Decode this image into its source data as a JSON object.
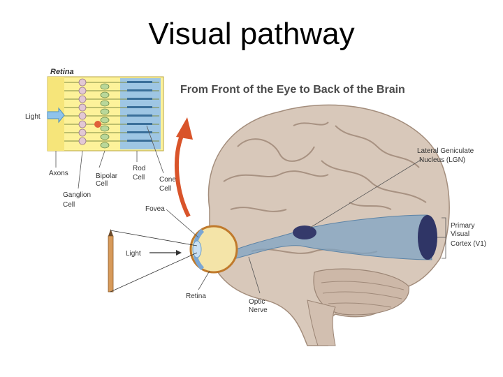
{
  "slide": {
    "title": "Visual pathway"
  },
  "figure": {
    "heading": "From Front of the Eye to Back of the Brain",
    "retina_inset": {
      "title": "Retina",
      "light": "Light",
      "axons": "Axons",
      "bipolar_cell": [
        "Bipolar",
        "Cell"
      ],
      "ganglion_cell": [
        "Ganglion",
        "Cell"
      ],
      "rod_cell": [
        "Rod",
        "Cell"
      ],
      "cone_cell": [
        "Cone",
        "Cell"
      ]
    },
    "labels": {
      "fovea": "Fovea",
      "light": "Light",
      "retina": "Retina",
      "optic_nerve": [
        "Optic",
        "Nerve"
      ],
      "lgn": [
        "Lateral Geniculate",
        "Nucleus (LGN)"
      ],
      "v1": [
        "Primary",
        "Visual",
        "Cortex (V1)"
      ]
    }
  }
}
